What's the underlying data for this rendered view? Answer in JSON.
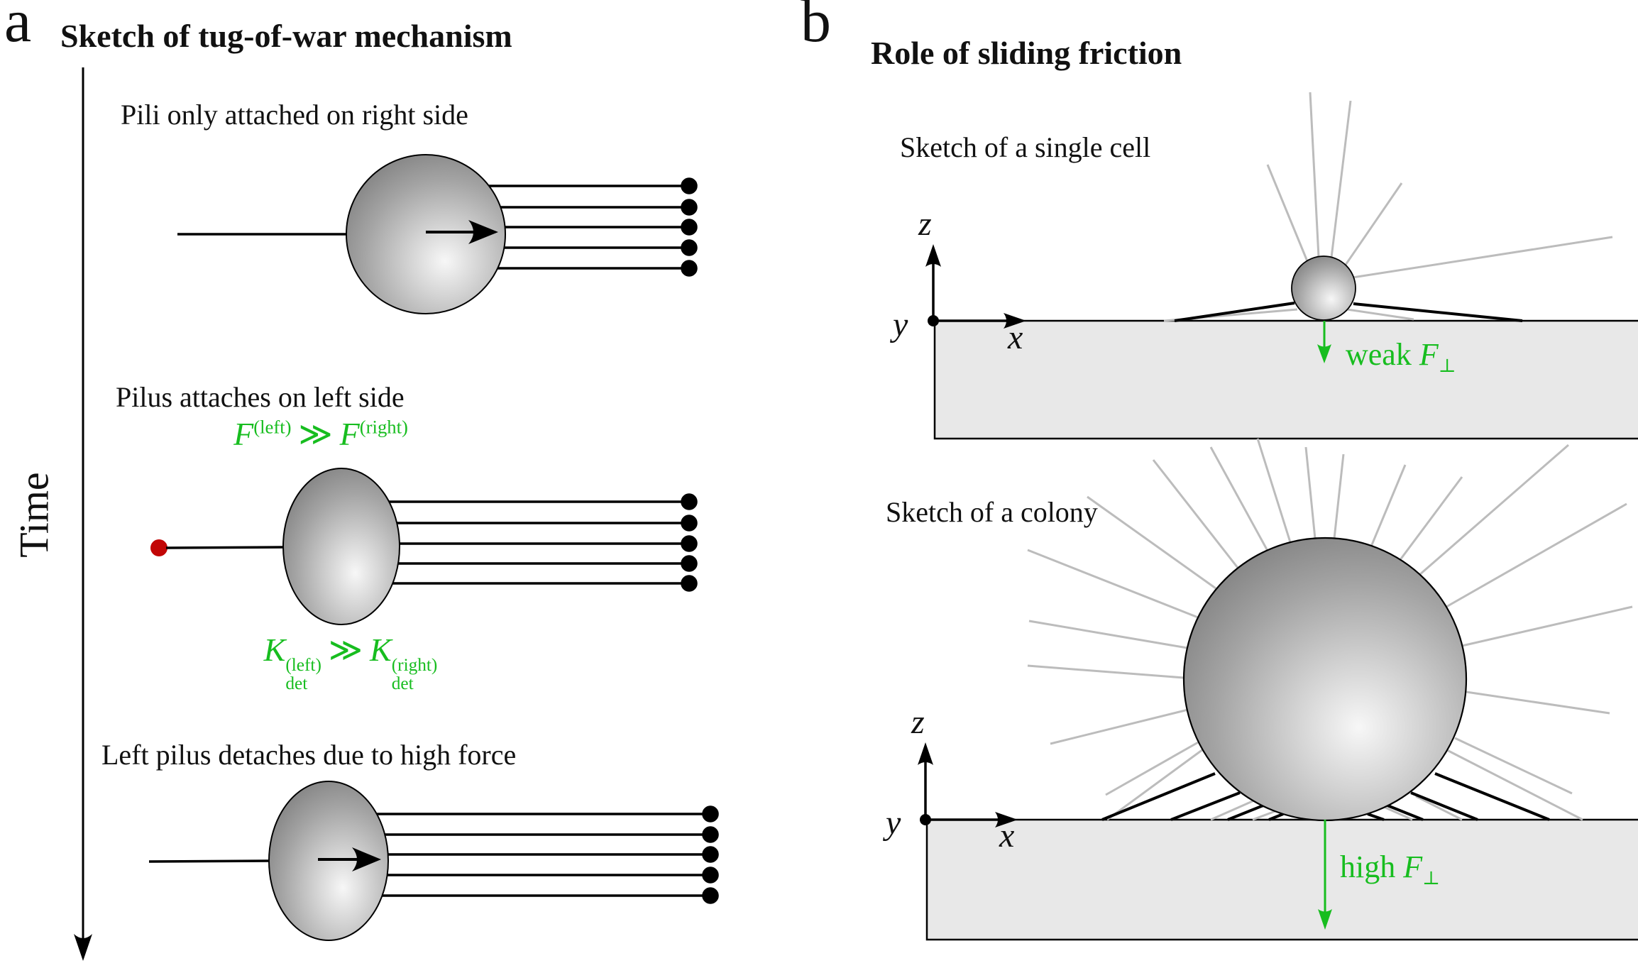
{
  "panel_a": {
    "label": "a",
    "title": "Sketch of tug-of-war mechanism",
    "time_axis_label": "Time",
    "sketches": [
      {
        "caption": "Pili only attached on right side"
      },
      {
        "caption": "Pilus attaches on left side"
      },
      {
        "caption": "Left pilus detaches due to high force"
      }
    ],
    "force_equation": {
      "lhs": "F",
      "lhs_sup": "(left)",
      "relation": "≫",
      "rhs": "F",
      "rhs_sup": "(right)"
    },
    "detach_equation": {
      "lhs": "K",
      "lhs_sup": "(left)",
      "lhs_sub": "det",
      "relation": "≫",
      "rhs": "K",
      "rhs_sup": "(right)",
      "rhs_sub": "det"
    }
  },
  "panel_b": {
    "label": "b",
    "title": "Role of sliding friction",
    "single_cell": {
      "caption": "Sketch of a single cell",
      "axes": {
        "x": "x",
        "y": "y",
        "z": "z"
      },
      "force_label": {
        "prefix": "weak ",
        "symbol": "F",
        "sub": "⊥"
      }
    },
    "colony": {
      "caption": "Sketch of a colony",
      "axes": {
        "x": "x",
        "y": "y",
        "z": "z"
      },
      "force_label": {
        "prefix": "high ",
        "symbol": "F",
        "sub": "⊥"
      }
    }
  },
  "colors": {
    "green": "#17bd1f",
    "red": "#c20606",
    "surface_gray": "#e8e8e8",
    "pilus_gray": "#bcbcbc"
  }
}
